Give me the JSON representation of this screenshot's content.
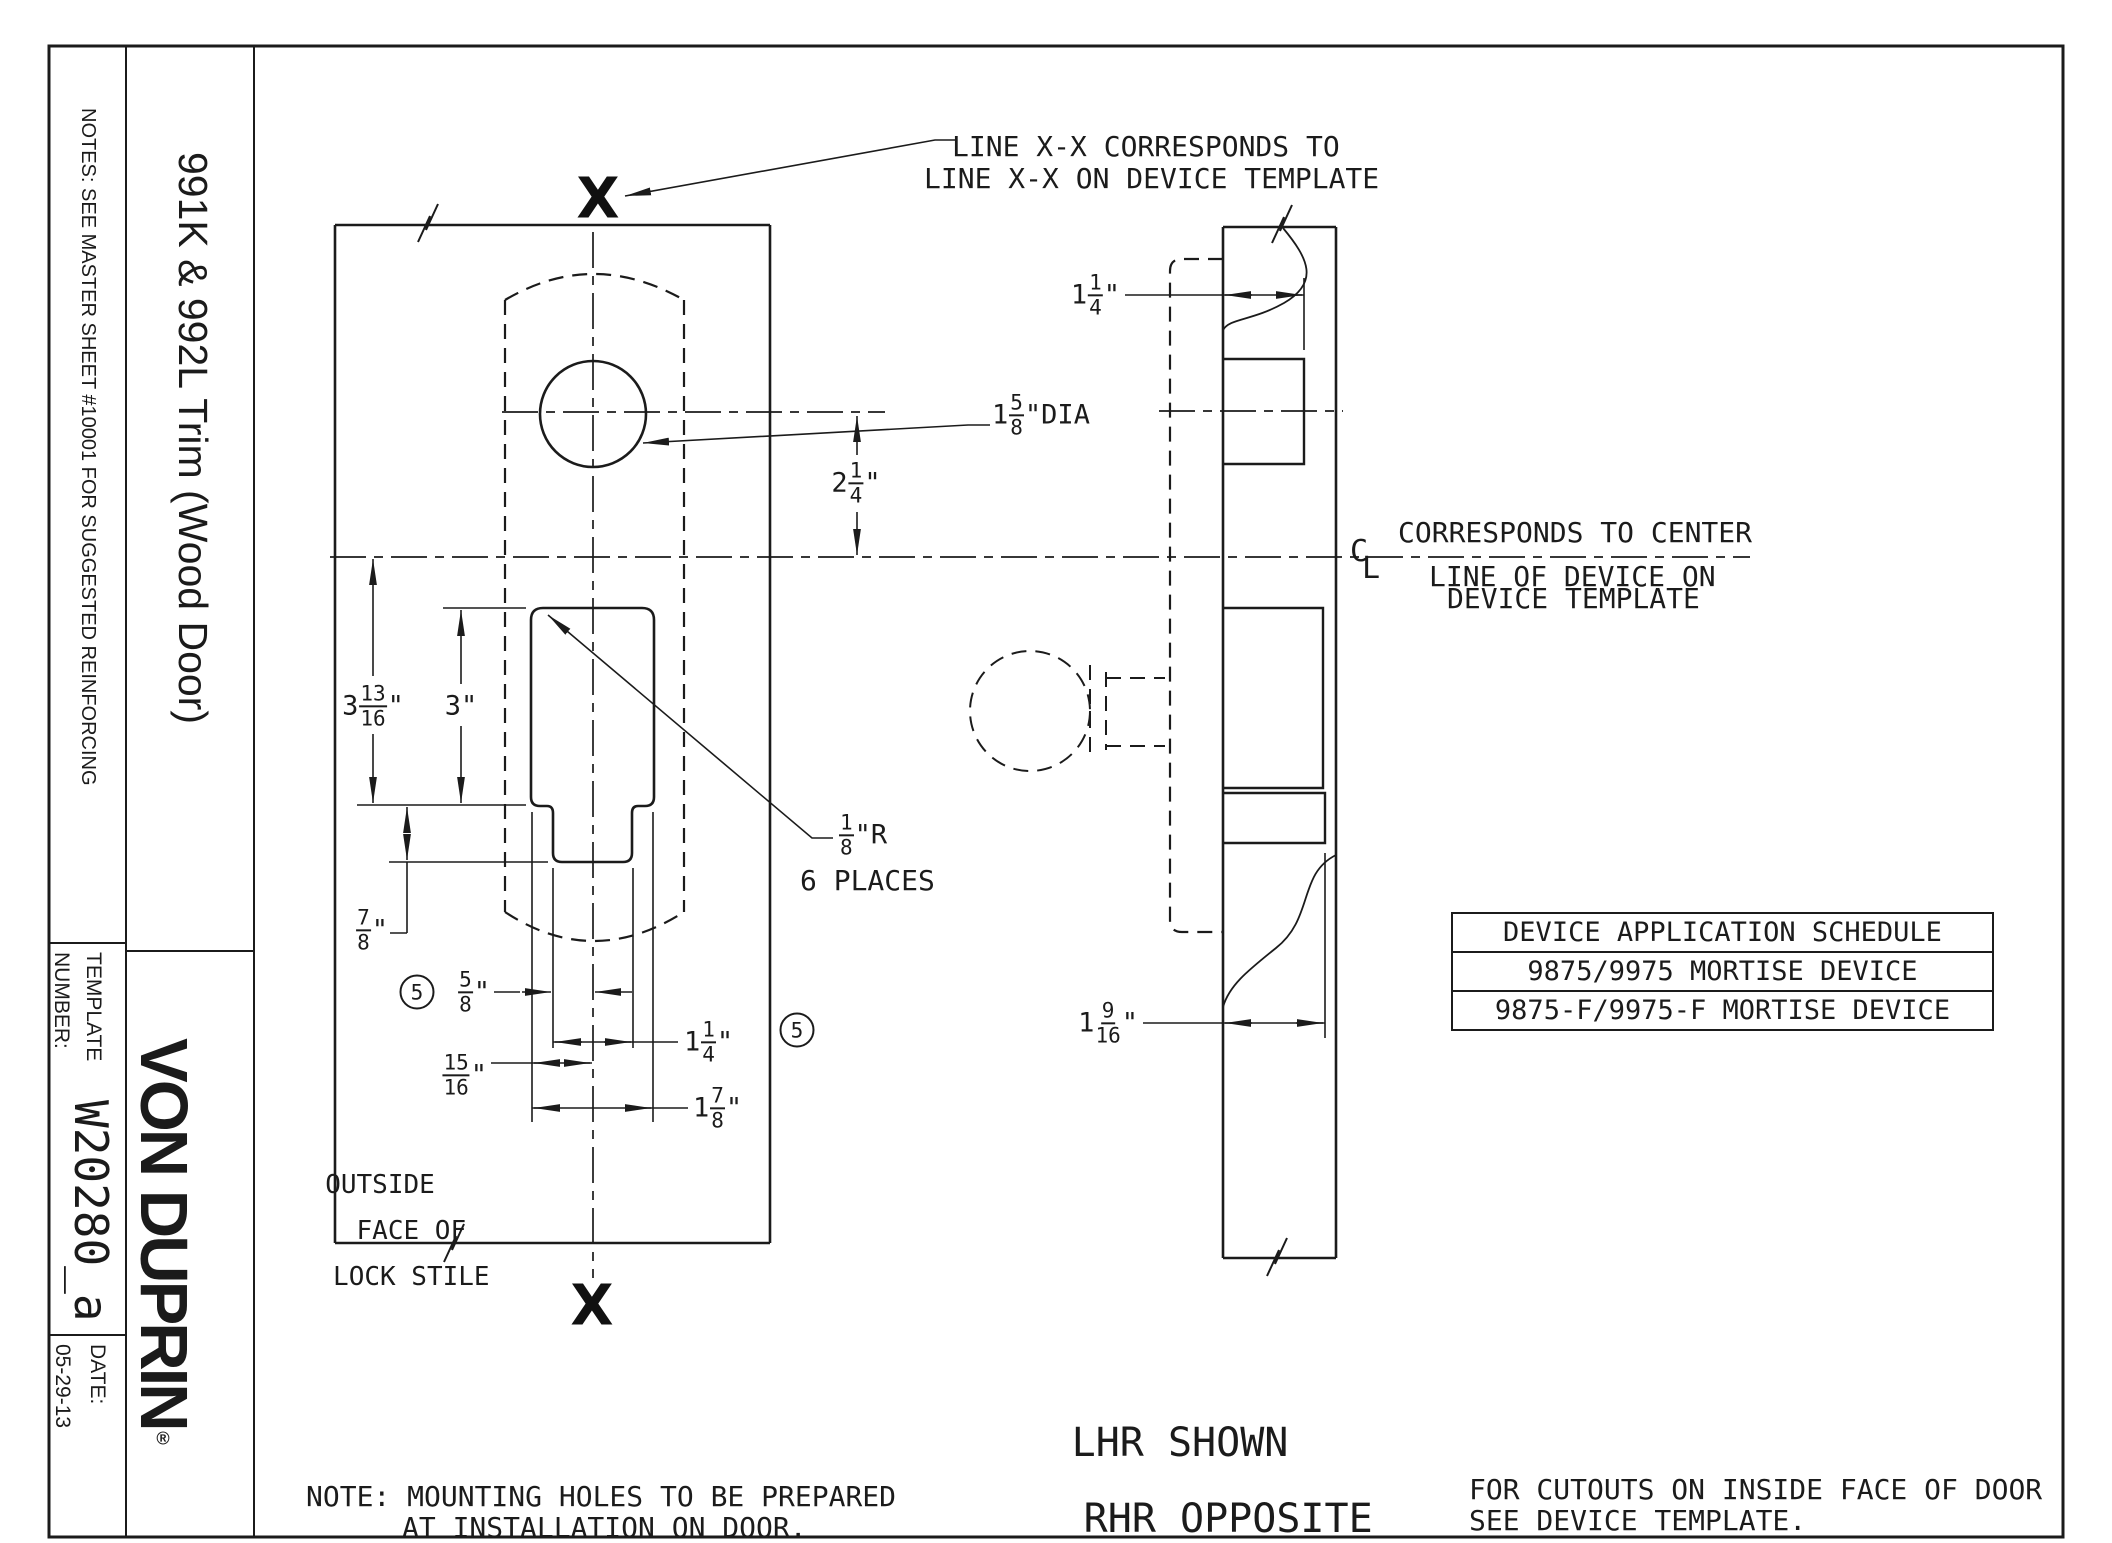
{
  "title_block": {
    "notes": "NOTES: SEE MASTER SHEET #10001 FOR SUGGESTED REINFORCING",
    "product": "991K & 992L Trim (Wood Door)",
    "template_label_1": "TEMPLATE",
    "template_label_2": "NUMBER:",
    "template_value": "W20280_a",
    "date_label": "DATE:",
    "date_value": "05-29-13",
    "brand": "VON DUPRIN",
    "brand_mark": "®"
  },
  "annotations": {
    "x_marker": "X",
    "line_xx_1": "LINE X-X CORRESPONDS TO",
    "line_xx_2": "LINE X-X ON DEVICE TEMPLATE",
    "corresponds_1": "CORRESPONDS TO CENTER",
    "corresponds_2": "LINE OF DEVICE ON",
    "corresponds_3": "DEVICE TEMPLATE",
    "cl_c": "C",
    "cl_l": "L",
    "outside_face_1": "OUTSIDE",
    "outside_face_2": "FACE OF",
    "outside_face_3": "LOCK STILE",
    "six_places": "6 PLACES",
    "lhr_line1": "LHR SHOWN",
    "lhr_line2": "RHR OPPOSITE",
    "note_line1": "NOTE: MOUNTING HOLES TO BE PREPARED",
    "note_line2": "AT INSTALLATION ON DOOR.",
    "cutouts_line1": "FOR CUTOUTS ON INSIDE FACE OF DOOR",
    "cutouts_line2": "SEE DEVICE TEMPLATE.",
    "balloon": "5"
  },
  "dims": {
    "hole_dia": {
      "whole": "1",
      "num": "5",
      "den": "8",
      "suffix": "\"DIA"
    },
    "center_offset": {
      "whole": "2",
      "num": "1",
      "den": "4",
      "suffix": "\""
    },
    "cutout_top": {
      "whole": "3",
      "num": "13",
      "den": "16",
      "suffix": "\""
    },
    "cutout_height": {
      "whole": "3",
      "suffix": "\""
    },
    "notch_depth": {
      "num": "7",
      "den": "8",
      "suffix": "\""
    },
    "notch_half": {
      "num": "5",
      "den": "8",
      "suffix": "\""
    },
    "left_half": {
      "num": "15",
      "den": "16",
      "suffix": "\""
    },
    "notch_width": {
      "whole": "1",
      "num": "1",
      "den": "4",
      "suffix": "\""
    },
    "cutout_width": {
      "whole": "1",
      "num": "7",
      "den": "8",
      "suffix": "\""
    },
    "corner_radius": {
      "num": "1",
      "den": "8",
      "suffix": "\"R"
    },
    "side_top": {
      "whole": "1",
      "num": "1",
      "den": "4",
      "suffix": "\""
    },
    "side_bottom": {
      "whole": "1",
      "num": "9",
      "den": "16",
      "suffix": "\""
    }
  },
  "schedule": {
    "title": "DEVICE APPLICATION SCHEDULE",
    "rows": [
      "9875/9975 MORTISE DEVICE",
      "9875-F/9975-F MORTISE DEVICE"
    ]
  }
}
